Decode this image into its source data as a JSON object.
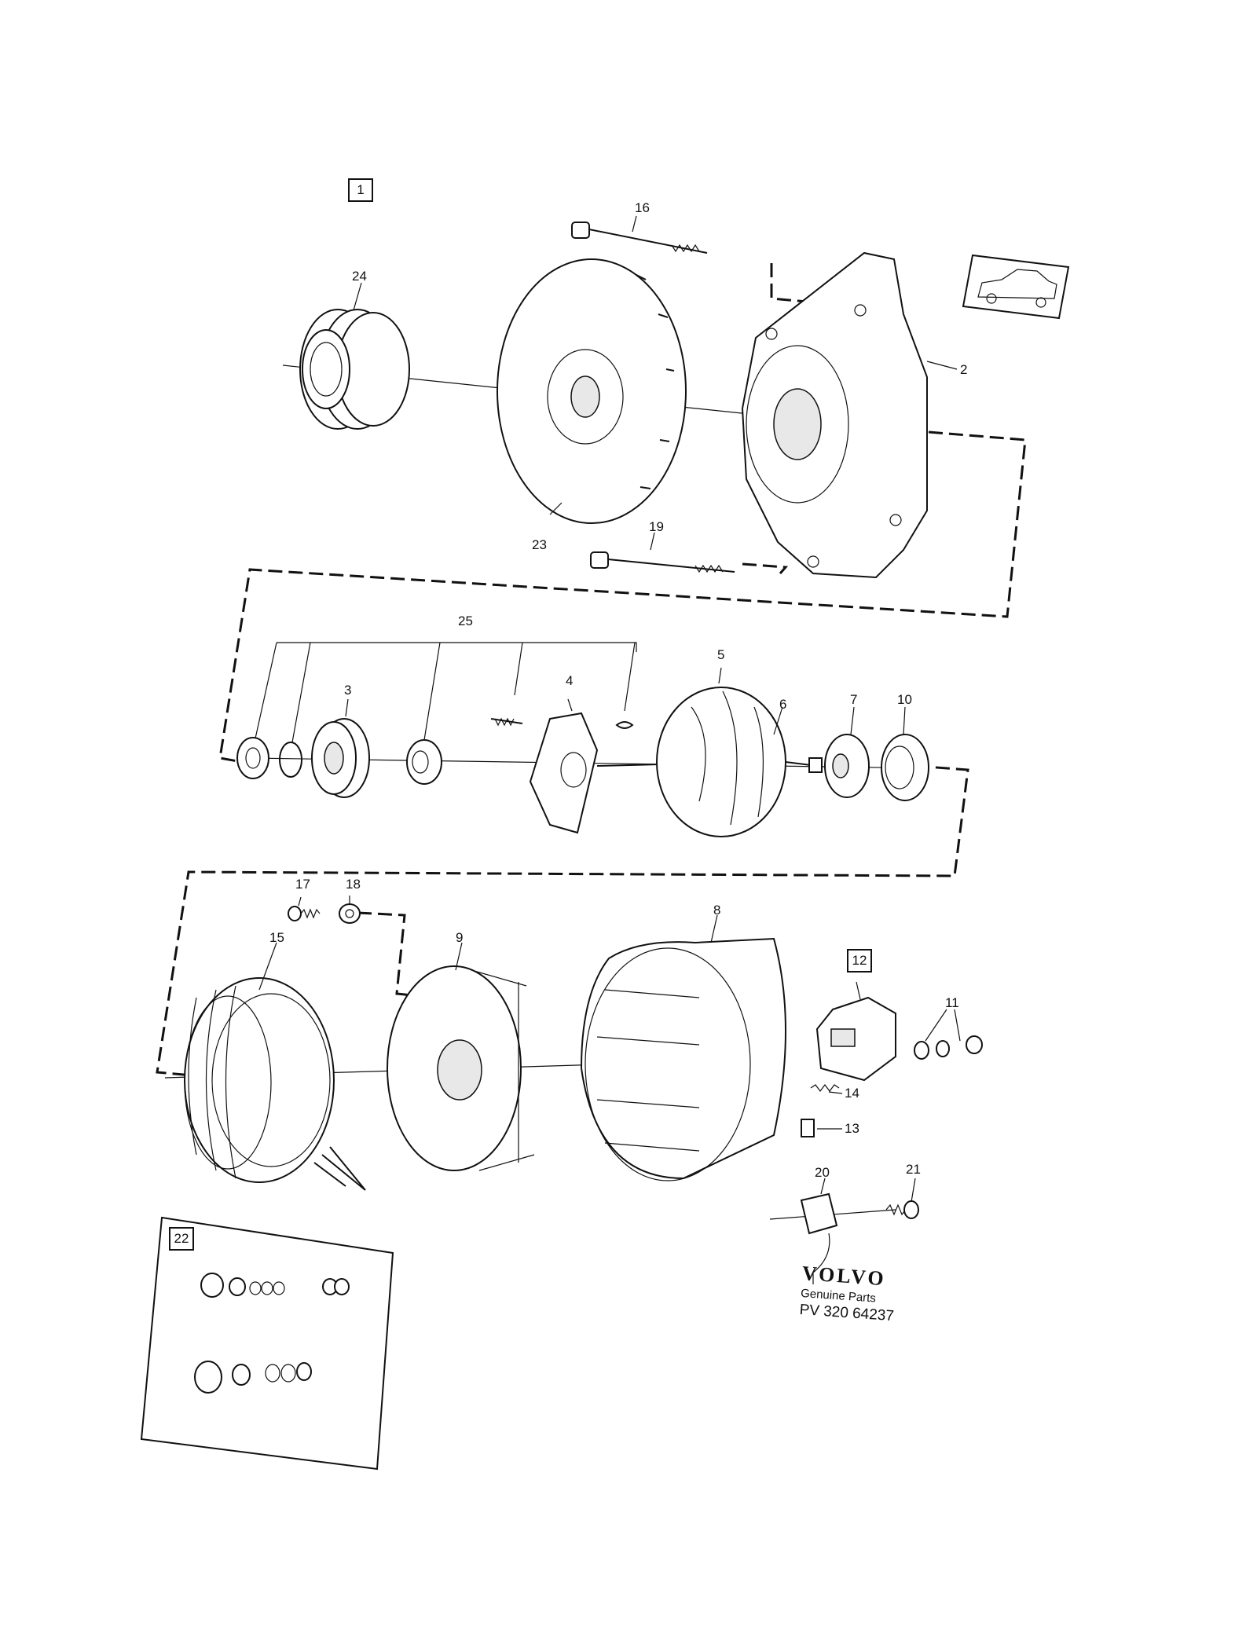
{
  "group_number": "1",
  "callouts": {
    "p2": "2",
    "p3": "3",
    "p4": "4",
    "p5": "5",
    "p6": "6",
    "p7": "7",
    "p8": "8",
    "p9": "9",
    "p10": "10",
    "p11": "11",
    "p12": "12",
    "p13": "13",
    "p14": "14",
    "p15": "15",
    "p16": "16",
    "p17": "17",
    "p18": "18",
    "p19": "19",
    "p20": "20",
    "p21": "21",
    "p22": "22",
    "p23": "23",
    "p24": "24",
    "p25": "25"
  },
  "brand": {
    "logo": "VOLVO",
    "subtitle": "Genuine Parts",
    "code": "PV 320 64237"
  },
  "icons": [
    "car-thumbnail-icon"
  ]
}
